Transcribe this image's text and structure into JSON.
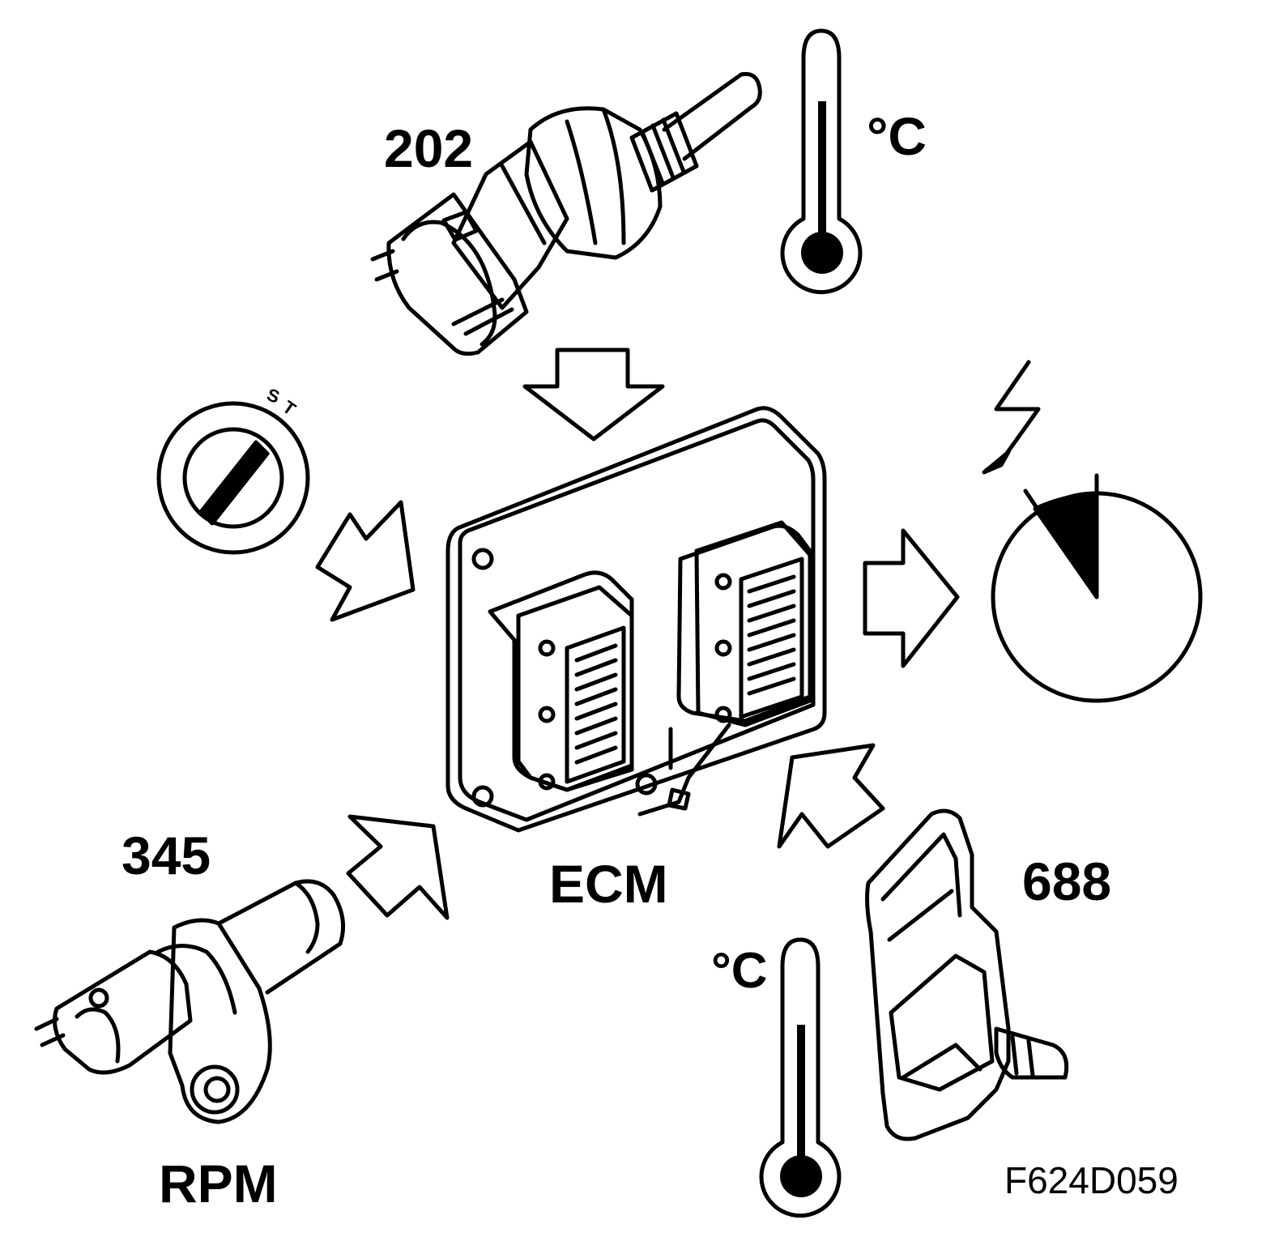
{
  "labels": {
    "coolant_sensor_number": "202",
    "rpm_sensor_number": "345",
    "pressure_sensor_number": "688",
    "ecm": "ECM",
    "rpm": "RPM",
    "celsius_top": "°C",
    "celsius_bottom": "°C",
    "ignition_s": "S",
    "ignition_t": "T",
    "figure_code": "F624D059"
  },
  "colors": {
    "ink": "#000000",
    "paper": "#ffffff"
  },
  "icons": [
    "thermometer-icon",
    "ignition-switch-icon",
    "lightning-icon",
    "gauge-icon",
    "arrow-icon"
  ]
}
